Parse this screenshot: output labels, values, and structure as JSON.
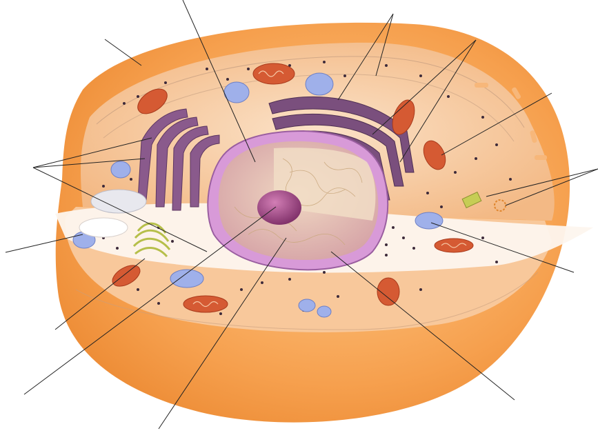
{
  "diagram": {
    "colors": {
      "cytoplasm_outer": "#f39a4a",
      "cytoplasm_inner": "#f6c394",
      "cut_face": "#fbeee2",
      "nucleus_outer": "#c98ad0",
      "nucleus_inner": "#e8c4b0",
      "nucleolus": "#9c3f7a",
      "rough_er": "#7a4f7d",
      "golgi": "#b990bf",
      "mitochondria": "#d7562d",
      "vesicle": "#9aa8e6",
      "centriole": "#b8c04a",
      "leader_line": "#222222"
    },
    "leader_groups": [
      "cell-membrane",
      "nucleus",
      "rough-endoplasmic-reticulum",
      "mitochondrion",
      "centrioles",
      "golgi-apparatus",
      "lysosome",
      "vacuole",
      "nucleolus",
      "nuclear-membrane",
      "chromatin",
      "smooth-endoplasmic-reticulum",
      "cytoplasm",
      "ribosomes"
    ]
  }
}
